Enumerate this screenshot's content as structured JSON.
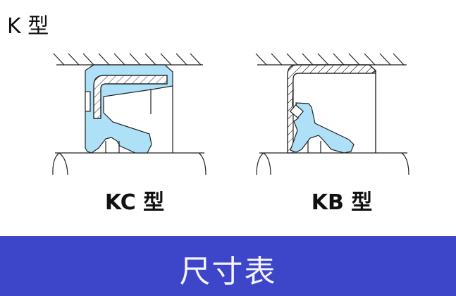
{
  "title": "K 型",
  "diagrams": [
    {
      "label": "KC 型"
    },
    {
      "label": "KB 型"
    }
  ],
  "banner": {
    "text": "尺寸表"
  },
  "colors": {
    "rubber": "#aee0f8",
    "banner": "#3d45c8",
    "line": "#222222"
  }
}
